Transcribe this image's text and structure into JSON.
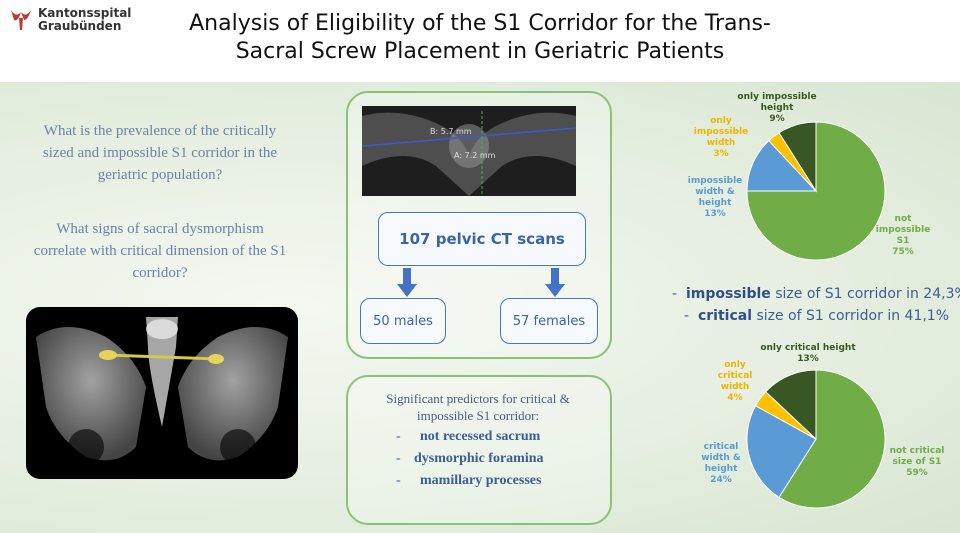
{
  "header": {
    "logo_line1": "Kantonsspital",
    "logo_line2": "Graubünden",
    "title_line1": "Analysis of Eligibility of the S1 Corridor for the Trans-",
    "title_line2": "Sacral Screw Placement in Geriatric Patients"
  },
  "questions": {
    "q1_line1": "What is the prevalence of the critically",
    "q1_line2": "sized and impossible S1 corridor in the",
    "q1_line3": "geriatric population?",
    "q2_line1": "What signs of sacral dysmorphism",
    "q2_line2": "correlate with critical dimension of the S1",
    "q2_line3": "corridor?"
  },
  "ct": {
    "measure_b": "B: 5.7 mm",
    "measure_a": "A: 7.2 mm",
    "scans": "107 pelvic CT scans",
    "males": "50 males",
    "females": "57 females"
  },
  "predictors": {
    "title_line1": "Significant predictors for critical &",
    "title_line2": "impossible S1 corridor:",
    "dash": "-",
    "items": [
      "not recessed sacrum",
      "dysmorphic foramina",
      "mamillary processes"
    ]
  },
  "stats": {
    "dash": "-",
    "line1_bold": "impossible",
    "line1_rest": " size of S1 corridor in 24,3%",
    "line2_bold": "critical",
    "line2_rest": " size of S1 corridor in 41,1%"
  },
  "colors": {
    "green": "#70ad47",
    "blue": "#5b9bd5",
    "yellow": "#ffc000",
    "darkgreen": "#385723"
  },
  "chart_data": [
    {
      "type": "pie",
      "slices": [
        {
          "label": "not impossible S1",
          "label_lines": [
            "not",
            "impossible",
            "S1",
            "75%"
          ],
          "value": 75,
          "color": "#70ad47"
        },
        {
          "label": "impossible width & height",
          "label_lines": [
            "impossible",
            "width &",
            "height",
            "13%"
          ],
          "value": 13,
          "color": "#5b9bd5"
        },
        {
          "label": "only impossible width",
          "label_lines": [
            "only",
            "impossible",
            "width",
            "3%"
          ],
          "value": 3,
          "color": "#ffc000"
        },
        {
          "label": "only impossible height",
          "label_lines": [
            "only impossible",
            "height",
            "9%"
          ],
          "value": 9,
          "color": "#385723"
        }
      ]
    },
    {
      "type": "pie",
      "slices": [
        {
          "label": "not critical size of S1",
          "label_lines": [
            "not critical",
            "size of S1",
            "59%"
          ],
          "value": 59,
          "color": "#70ad47"
        },
        {
          "label": "critical width & height",
          "label_lines": [
            "critical",
            "width &",
            "height",
            "24%"
          ],
          "value": 24,
          "color": "#5b9bd5"
        },
        {
          "label": "only critical width",
          "label_lines": [
            "only",
            "critical",
            "width",
            "4%"
          ],
          "value": 4,
          "color": "#ffc000"
        },
        {
          "label": "only critical height",
          "label_lines": [
            "only critical height",
            "13%"
          ],
          "value": 13,
          "color": "#385723"
        }
      ]
    }
  ]
}
